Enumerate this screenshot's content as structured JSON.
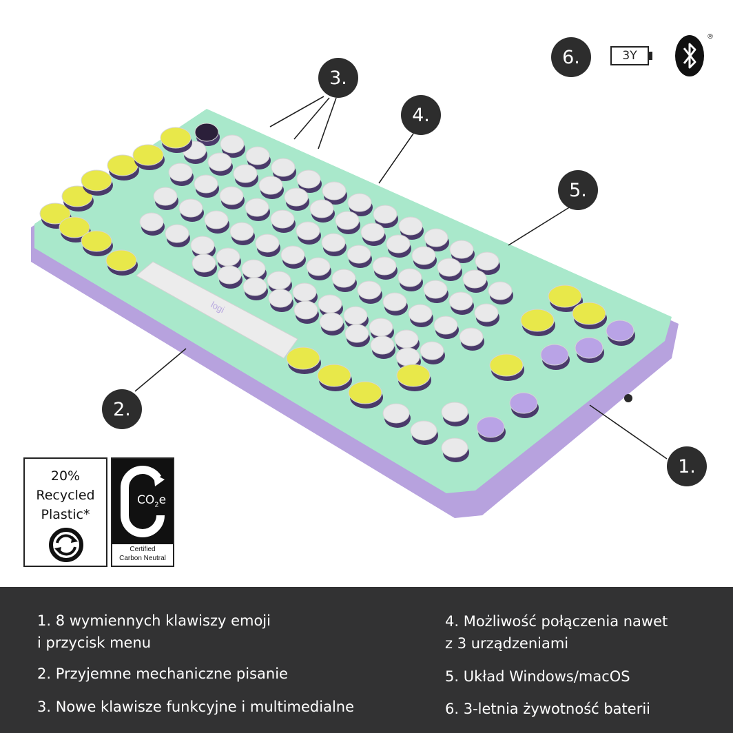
{
  "callouts": {
    "c1": "1.",
    "c2": "2.",
    "c3": "3.",
    "c4": "4.",
    "c5": "5.",
    "c6": "6."
  },
  "top_icons": {
    "battery_label": "3Y",
    "battery_icon": "battery-icon",
    "bluetooth_icon": "bluetooth-icon",
    "registered_mark": "®"
  },
  "badges": {
    "recycled": {
      "line1": "20%",
      "line2": "Recycled",
      "line3": "Plastic*",
      "icon": "recycle-icon"
    },
    "carbon": {
      "co2": "CO",
      "sub": "2",
      "e": "e",
      "line1": "Certified",
      "line2": "Carbon Neutral",
      "icon": "carbon-c-icon"
    }
  },
  "keyboard": {
    "brand": "logi",
    "colors": {
      "body": "#b9a6e0",
      "plate": "#a8e6c8",
      "white_key": "#e9e9ea",
      "yellow_key": "#e8e84a",
      "purple_key": "#b9a3e6"
    }
  },
  "features": [
    "1. 8 wymiennych klawiszy emoji\ni przycisk menu",
    "2. Przyjemne mechaniczne pisanie",
    "3. Nowe klawisze funkcyjne i multimedialne",
    "4. Możliwość połączenia nawet\nz 3 urządzeniami",
    "5. Układ Windows/macOS",
    "6. 3-letnia żywotność baterii"
  ]
}
